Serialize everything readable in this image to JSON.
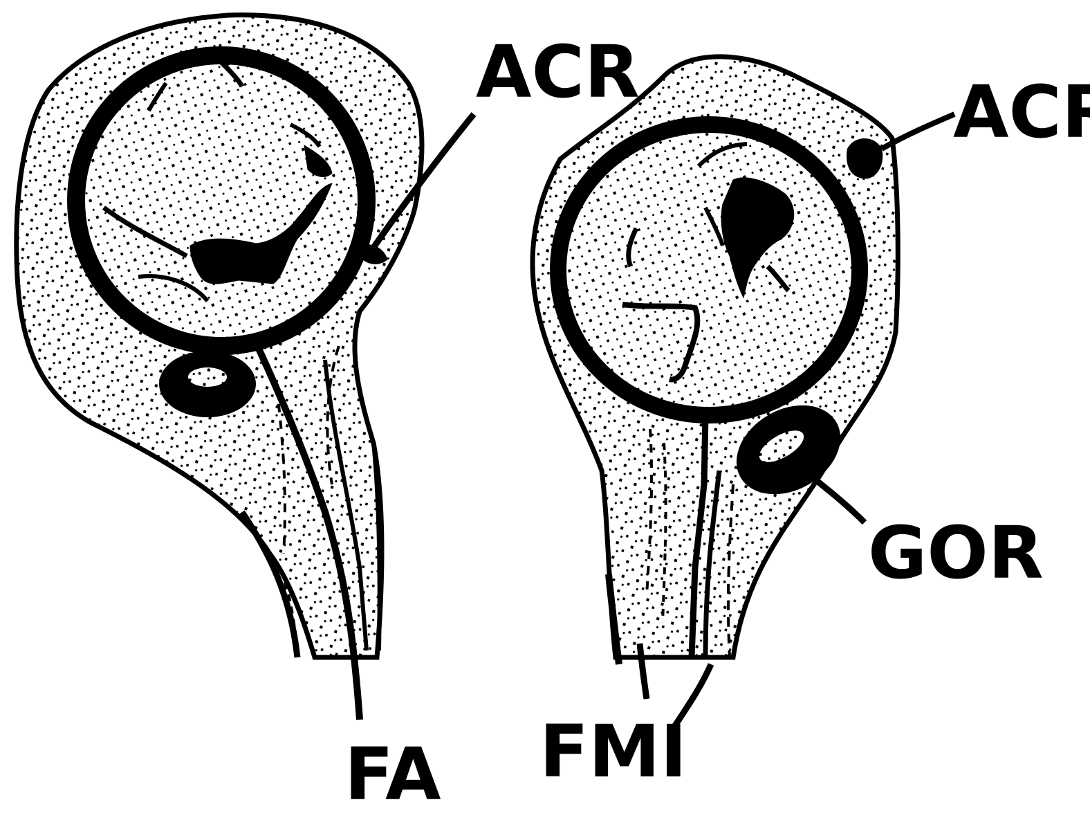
{
  "labels": {
    "acr_left": "ACR",
    "acr_right": "ACR",
    "gor": "GOR",
    "fa": "FA",
    "fmi": "FMI"
  },
  "colors": {
    "ink": "#000000",
    "paper": "#ffffff"
  }
}
